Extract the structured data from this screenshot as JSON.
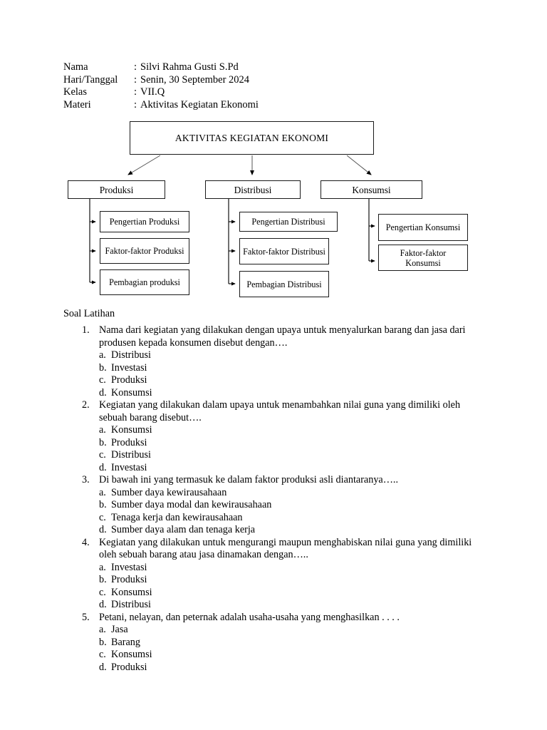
{
  "header": {
    "rows": [
      {
        "label": "Nama",
        "sep": ":",
        "value": "Silvi Rahma Gusti S.Pd"
      },
      {
        "label": "Hari/Tanggal",
        "sep": ":",
        "value": "Senin, 30 September 2024"
      },
      {
        "label": "Kelas",
        "sep": ":",
        "value": "VII.Q"
      },
      {
        "label": "Materi",
        "sep": ":",
        "value": "Aktivitas Kegiatan Ekonomi"
      }
    ]
  },
  "diagram": {
    "root": "AKTIVITAS KEGIATAN EKONOMI",
    "branches": [
      {
        "label": "Produksi",
        "children": [
          "Pengertian Produksi",
          "Faktor-faktor Produksi",
          "Pembagian produksi"
        ]
      },
      {
        "label": "Distribusi",
        "children": [
          "Pengertian Distribusi",
          "Faktor-faktor Distribusi",
          "Pembagian Distribusi"
        ]
      },
      {
        "label": "Konsumsi",
        "children": [
          "Pengertian Konsumsi",
          "Faktor-faktor Konsumsi"
        ]
      }
    ]
  },
  "exercise": {
    "title": "Soal Latihan",
    "questions": [
      {
        "number": "1.",
        "text": "Nama dari kegiatan yang dilakukan dengan upaya untuk menyalurkan barang dan jasa dari produsen kepada konsumen disebut dengan….",
        "options": [
          {
            "letter": "a.",
            "text": "Distribusi"
          },
          {
            "letter": "b.",
            "text": "Investasi"
          },
          {
            "letter": "c.",
            "text": "Produksi"
          },
          {
            "letter": "d.",
            "text": "Konsumsi"
          }
        ]
      },
      {
        "number": "2.",
        "text": "Kegiatan yang dilakukan dalam upaya untuk menambahkan nilai guna yang dimiliki oleh sebuah barang disebut….",
        "options": [
          {
            "letter": "a.",
            "text": "Konsumsi"
          },
          {
            "letter": "b.",
            "text": "Produksi"
          },
          {
            "letter": "c.",
            "text": "Distribusi"
          },
          {
            "letter": "d.",
            "text": "Investasi"
          }
        ]
      },
      {
        "number": "3.",
        "text": "Di bawah ini yang termasuk ke dalam faktor produksi asli diantaranya…..",
        "options": [
          {
            "letter": "a.",
            "text": "Sumber daya kewirausahaan"
          },
          {
            "letter": "b.",
            "text": "Sumber daya modal dan kewirausahaan"
          },
          {
            "letter": "c.",
            "text": "Tenaga kerja dan kewirausahaan"
          },
          {
            "letter": "d.",
            "text": "Sumber daya alam dan tenaga kerja"
          }
        ]
      },
      {
        "number": "4.",
        "text": "Kegiatan yang dilakukan untuk mengurangi maupun menghabiskan nilai guna yang dimiliki oleh sebuah barang atau jasa dinamakan dengan…..",
        "options": [
          {
            "letter": "a.",
            "text": "Investasi"
          },
          {
            "letter": "b.",
            "text": "Produksi"
          },
          {
            "letter": "c.",
            "text": "Konsumsi"
          },
          {
            "letter": "d.",
            "text": "Distribusi"
          }
        ]
      },
      {
        "number": "5.",
        "text": "Petani, nelayan, dan peternak adalah usaha-usaha yang menghasilkan . . . .",
        "options": [
          {
            "letter": "a.",
            "text": "Jasa"
          },
          {
            "letter": "b.",
            "text": "Barang"
          },
          {
            "letter": "c.",
            "text": "Konsumsi"
          },
          {
            "letter": "d.",
            "text": "Produksi"
          }
        ]
      }
    ]
  }
}
